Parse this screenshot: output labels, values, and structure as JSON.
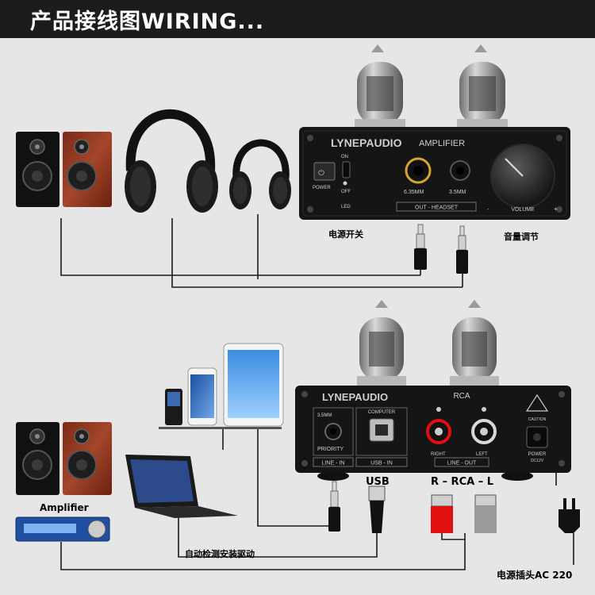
{
  "banner": {
    "title": "产品接线图WIRING..."
  },
  "top_amp": {
    "brand": "LYNEPAUDIO",
    "model": "AMPLIFIER",
    "power_label": "POWER",
    "switch_on": "ON",
    "switch_off": "OFF",
    "led_label": "LED",
    "jack1_label": "6.35MM",
    "jack2_label": "3.5MM",
    "out_headset_label": "OUT - HEADSET",
    "volume_label": "VOLUME",
    "volume_minus": "-",
    "volume_plus": "+",
    "caption_power_switch": "电源开关",
    "caption_volume": "音量调节"
  },
  "rear_amp": {
    "brand": "LYNEPAUDIO",
    "rca_label": "RCA",
    "line_in_size": "3.5MM",
    "priority_label": "PRIORITY",
    "computer_label": "COMPUTER",
    "right_label": "RIGHT",
    "left_label": "LEFT",
    "line_in_label": "LINE - IN",
    "usb_in_label": "USB - IN",
    "line_out_label": "LINE - OUT",
    "caution_label": "CAUTION",
    "power_label": "POWER",
    "power_spec": "DC12V"
  },
  "captions": {
    "usb": "USB",
    "rca": "R – RCA – L",
    "amplifier": "Amplifier",
    "driver": "自动检测安装驱动",
    "power_plug": "电源插头AC 220"
  },
  "colors": {
    "banner": "#1c1c1c",
    "background": "#e6e6e6",
    "rca_red": "#e01010",
    "rca_gray": "#9a9a9a",
    "gold": "#d4a62a"
  }
}
